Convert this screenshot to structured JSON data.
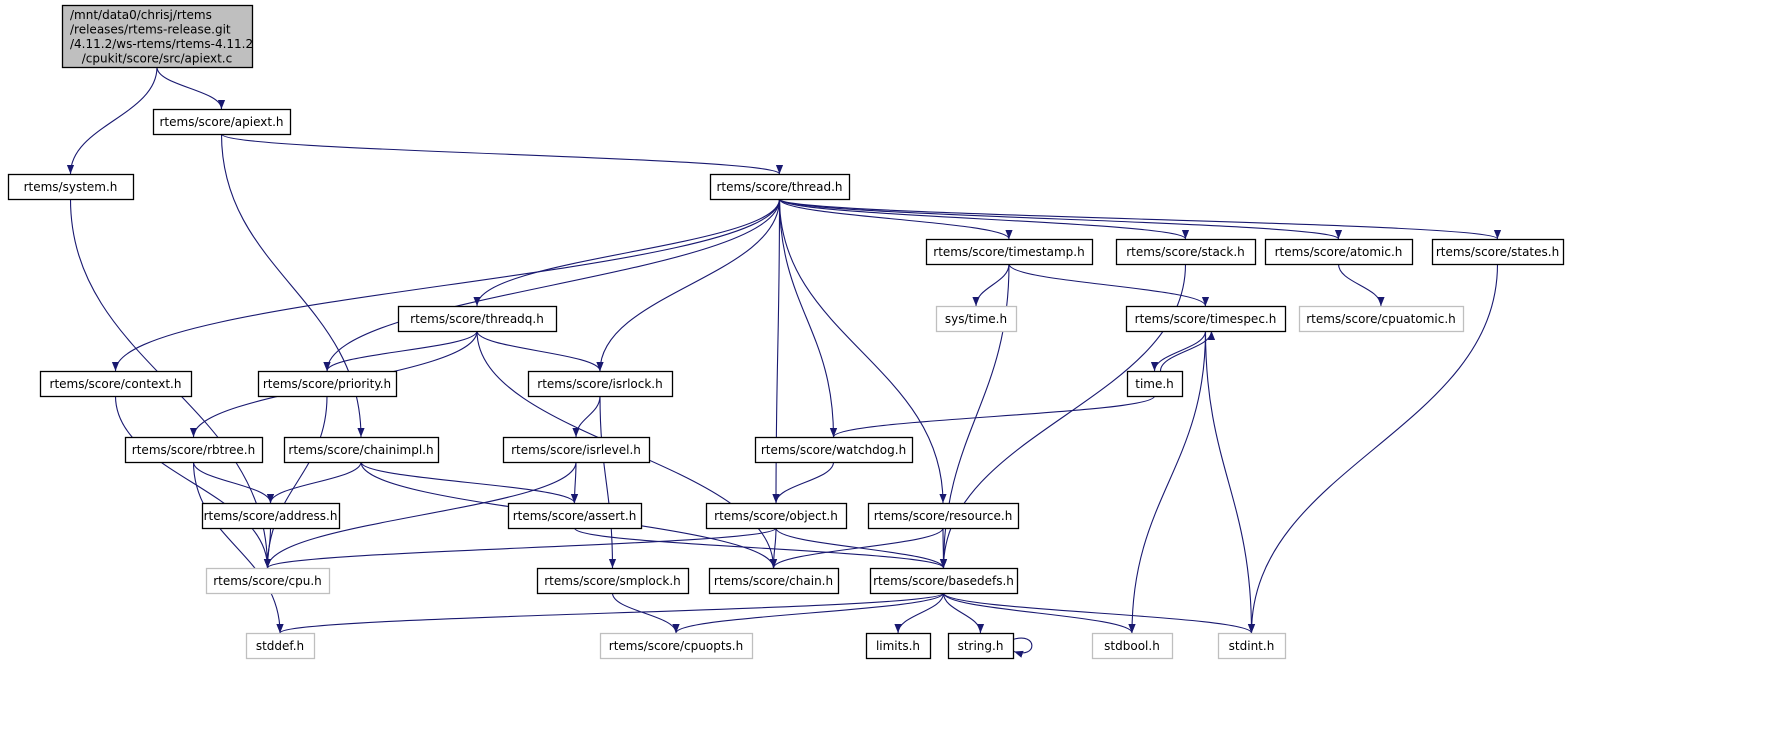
{
  "graph": {
    "edge_color": "#191970",
    "root_fill": "#bfbfbf",
    "nodes": [
      {
        "id": "apiext_c",
        "label": [
          "/mnt/data0/chrisj/rtems",
          "/releases/rtems-release.git",
          "/4.11.2/ws-rtems/rtems-4.11.2",
          "/cpukit/score/src/apiext.c"
        ],
        "style": "root"
      },
      {
        "id": "apiext_h",
        "label": [
          "rtems/score/apiext.h"
        ],
        "style": "normal"
      },
      {
        "id": "system_h",
        "label": [
          "rtems/system.h"
        ],
        "style": "normal"
      },
      {
        "id": "thread_h",
        "label": [
          "rtems/score/thread.h"
        ],
        "style": "normal"
      },
      {
        "id": "context_h",
        "label": [
          "rtems/score/context.h"
        ],
        "style": "normal"
      },
      {
        "id": "threadq_h",
        "label": [
          "rtems/score/threadq.h"
        ],
        "style": "normal"
      },
      {
        "id": "priority_h",
        "label": [
          "rtems/score/priority.h"
        ],
        "style": "normal"
      },
      {
        "id": "isrlock_h",
        "label": [
          "rtems/score/isrlock.h"
        ],
        "style": "normal"
      },
      {
        "id": "timestamp_h",
        "label": [
          "rtems/score/timestamp.h"
        ],
        "style": "normal"
      },
      {
        "id": "stack_h",
        "label": [
          "rtems/score/stack.h"
        ],
        "style": "normal"
      },
      {
        "id": "atomic_h",
        "label": [
          "rtems/score/atomic.h"
        ],
        "style": "normal"
      },
      {
        "id": "states_h",
        "label": [
          "rtems/score/states.h"
        ],
        "style": "normal"
      },
      {
        "id": "systime_h",
        "label": [
          "sys/time.h"
        ],
        "style": "missing"
      },
      {
        "id": "timespec_h",
        "label": [
          "rtems/score/timespec.h"
        ],
        "style": "normal"
      },
      {
        "id": "cpuatomic_h",
        "label": [
          "rtems/score/cpuatomic.h"
        ],
        "style": "missing"
      },
      {
        "id": "time_h",
        "label": [
          "time.h"
        ],
        "style": "normal"
      },
      {
        "id": "rbtree_h",
        "label": [
          "rtems/score/rbtree.h"
        ],
        "style": "normal"
      },
      {
        "id": "chainimpl_h",
        "label": [
          "rtems/score/chainimpl.h"
        ],
        "style": "normal"
      },
      {
        "id": "isrlevel_h",
        "label": [
          "rtems/score/isrlevel.h"
        ],
        "style": "normal"
      },
      {
        "id": "watchdog_h",
        "label": [
          "rtems/score/watchdog.h"
        ],
        "style": "normal"
      },
      {
        "id": "address_h",
        "label": [
          "rtems/score/address.h"
        ],
        "style": "normal"
      },
      {
        "id": "assert_h",
        "label": [
          "rtems/score/assert.h"
        ],
        "style": "normal"
      },
      {
        "id": "object_h",
        "label": [
          "rtems/score/object.h"
        ],
        "style": "normal"
      },
      {
        "id": "resource_h",
        "label": [
          "rtems/score/resource.h"
        ],
        "style": "normal"
      },
      {
        "id": "cpu_h",
        "label": [
          "rtems/score/cpu.h"
        ],
        "style": "missing"
      },
      {
        "id": "chain_h",
        "label": [
          "rtems/score/chain.h"
        ],
        "style": "normal"
      },
      {
        "id": "smplock_h",
        "label": [
          "rtems/score/smplock.h"
        ],
        "style": "normal"
      },
      {
        "id": "basedefs_h",
        "label": [
          "rtems/score/basedefs.h"
        ],
        "style": "normal"
      },
      {
        "id": "stddef_h",
        "label": [
          "stddef.h"
        ],
        "style": "missing"
      },
      {
        "id": "cpuopts_h",
        "label": [
          "rtems/score/cpuopts.h"
        ],
        "style": "missing"
      },
      {
        "id": "limits_h",
        "label": [
          "limits.h"
        ],
        "style": "normal"
      },
      {
        "id": "string_h",
        "label": [
          "string.h"
        ],
        "style": "normal"
      },
      {
        "id": "stdbool_h",
        "label": [
          "stdbool.h"
        ],
        "style": "missing"
      },
      {
        "id": "stdint_h",
        "label": [
          "stdint.h"
        ],
        "style": "missing"
      }
    ],
    "edges": [
      [
        "apiext_c",
        "system_h"
      ],
      [
        "apiext_c",
        "apiext_h"
      ],
      [
        "apiext_h",
        "thread_h"
      ],
      [
        "apiext_h",
        "chainimpl_h"
      ],
      [
        "system_h",
        "cpu_h"
      ],
      [
        "thread_h",
        "context_h"
      ],
      [
        "thread_h",
        "threadq_h"
      ],
      [
        "thread_h",
        "priority_h"
      ],
      [
        "thread_h",
        "isrlock_h"
      ],
      [
        "thread_h",
        "timestamp_h"
      ],
      [
        "thread_h",
        "stack_h"
      ],
      [
        "thread_h",
        "atomic_h"
      ],
      [
        "thread_h",
        "states_h"
      ],
      [
        "thread_h",
        "object_h"
      ],
      [
        "thread_h",
        "watchdog_h"
      ],
      [
        "thread_h",
        "resource_h"
      ],
      [
        "threadq_h",
        "priority_h"
      ],
      [
        "threadq_h",
        "isrlock_h"
      ],
      [
        "threadq_h",
        "rbtree_h"
      ],
      [
        "threadq_h",
        "chain_h"
      ],
      [
        "context_h",
        "cpu_h"
      ],
      [
        "priority_h",
        "cpu_h"
      ],
      [
        "isrlock_h",
        "isrlevel_h"
      ],
      [
        "isrlock_h",
        "smplock_h"
      ],
      [
        "timestamp_h",
        "systime_h"
      ],
      [
        "timestamp_h",
        "timespec_h"
      ],
      [
        "timestamp_h",
        "basedefs_h"
      ],
      [
        "stack_h",
        "basedefs_h"
      ],
      [
        "atomic_h",
        "cpuatomic_h"
      ],
      [
        "states_h",
        "stdint_h"
      ],
      [
        "timespec_h",
        "time_h"
      ],
      [
        "timespec_h",
        "stdbool_h"
      ],
      [
        "timespec_h",
        "stdint_h"
      ],
      [
        "time_h",
        "timespec_h"
      ],
      [
        "time_h",
        "watchdog_h"
      ],
      [
        "rbtree_h",
        "address_h"
      ],
      [
        "rbtree_h",
        "stddef_h"
      ],
      [
        "chainimpl_h",
        "address_h"
      ],
      [
        "chainimpl_h",
        "assert_h"
      ],
      [
        "chainimpl_h",
        "chain_h"
      ],
      [
        "isrlevel_h",
        "assert_h"
      ],
      [
        "isrlevel_h",
        "cpu_h"
      ],
      [
        "watchdog_h",
        "object_h"
      ],
      [
        "address_h",
        "cpu_h"
      ],
      [
        "assert_h",
        "basedefs_h"
      ],
      [
        "object_h",
        "cpu_h"
      ],
      [
        "object_h",
        "chain_h"
      ],
      [
        "object_h",
        "basedefs_h"
      ],
      [
        "resource_h",
        "chain_h"
      ],
      [
        "resource_h",
        "basedefs_h"
      ],
      [
        "smplock_h",
        "cpuopts_h"
      ],
      [
        "basedefs_h",
        "stddef_h"
      ],
      [
        "basedefs_h",
        "cpuopts_h"
      ],
      [
        "basedefs_h",
        "limits_h"
      ],
      [
        "basedefs_h",
        "string_h"
      ],
      [
        "basedefs_h",
        "stdbool_h"
      ],
      [
        "basedefs_h",
        "stdint_h"
      ],
      [
        "string_h",
        "string_h"
      ]
    ]
  }
}
